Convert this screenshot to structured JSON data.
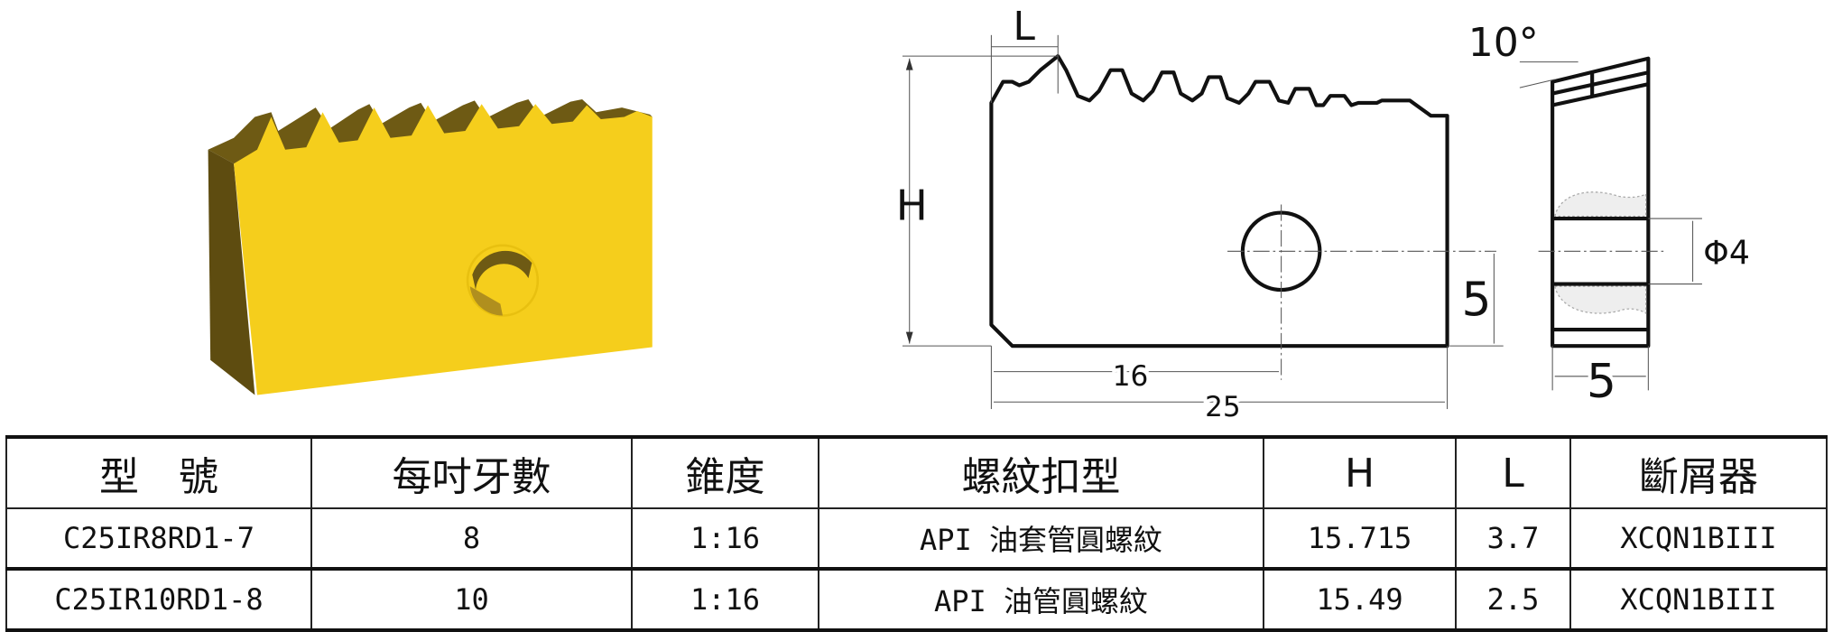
{
  "drawing": {
    "label_L": "L",
    "label_H": "H",
    "label_angle": "10°",
    "label_hole_offset": "5",
    "label_hole_x": "16",
    "label_width": "25",
    "label_thickness": "5",
    "label_hole_dia": "Φ4",
    "insert_color": "#F5CE1C",
    "insert_shadow_color": "#6E5A14"
  },
  "table": {
    "headers": [
      "型　號",
      "每吋牙數",
      "錐度",
      "螺紋扣型",
      "H",
      "L",
      "斷屑器"
    ],
    "rows": [
      [
        "C25IR8RD1-7",
        "8",
        "1:16",
        "API 油套管圓螺紋",
        "15.715",
        "3.7",
        "XCQN1BIII"
      ],
      [
        "C25IR10RD1-8",
        "10",
        "1:16",
        "API 油管圓螺紋",
        "15.49",
        "2.5",
        "XCQN1BIII"
      ]
    ]
  }
}
